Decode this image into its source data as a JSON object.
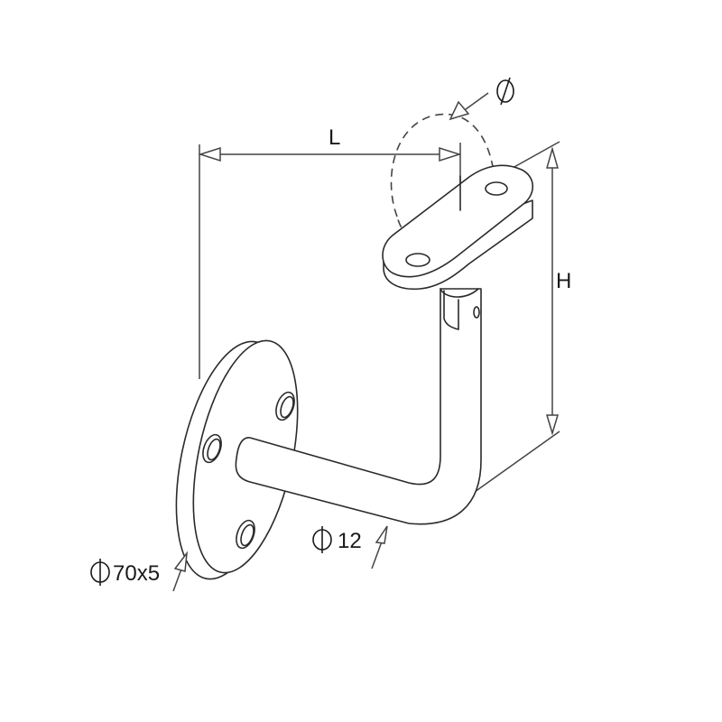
{
  "diagram": {
    "subject": "Handrail bracket with round wall plate",
    "colors": {
      "line": "#2a2a2a",
      "dimension": "#444444",
      "background": "#ffffff"
    },
    "dimensions": {
      "length": {
        "label": "L"
      },
      "height": {
        "label": "H"
      },
      "rail_diameter": {
        "symbol": "diameter-symbol",
        "label": "Φ"
      },
      "rod_diameter": {
        "symbol": "diameter-symbol",
        "label": "12"
      },
      "wall_plate": {
        "symbol": "diameter-symbol",
        "label": "70x5"
      }
    }
  }
}
